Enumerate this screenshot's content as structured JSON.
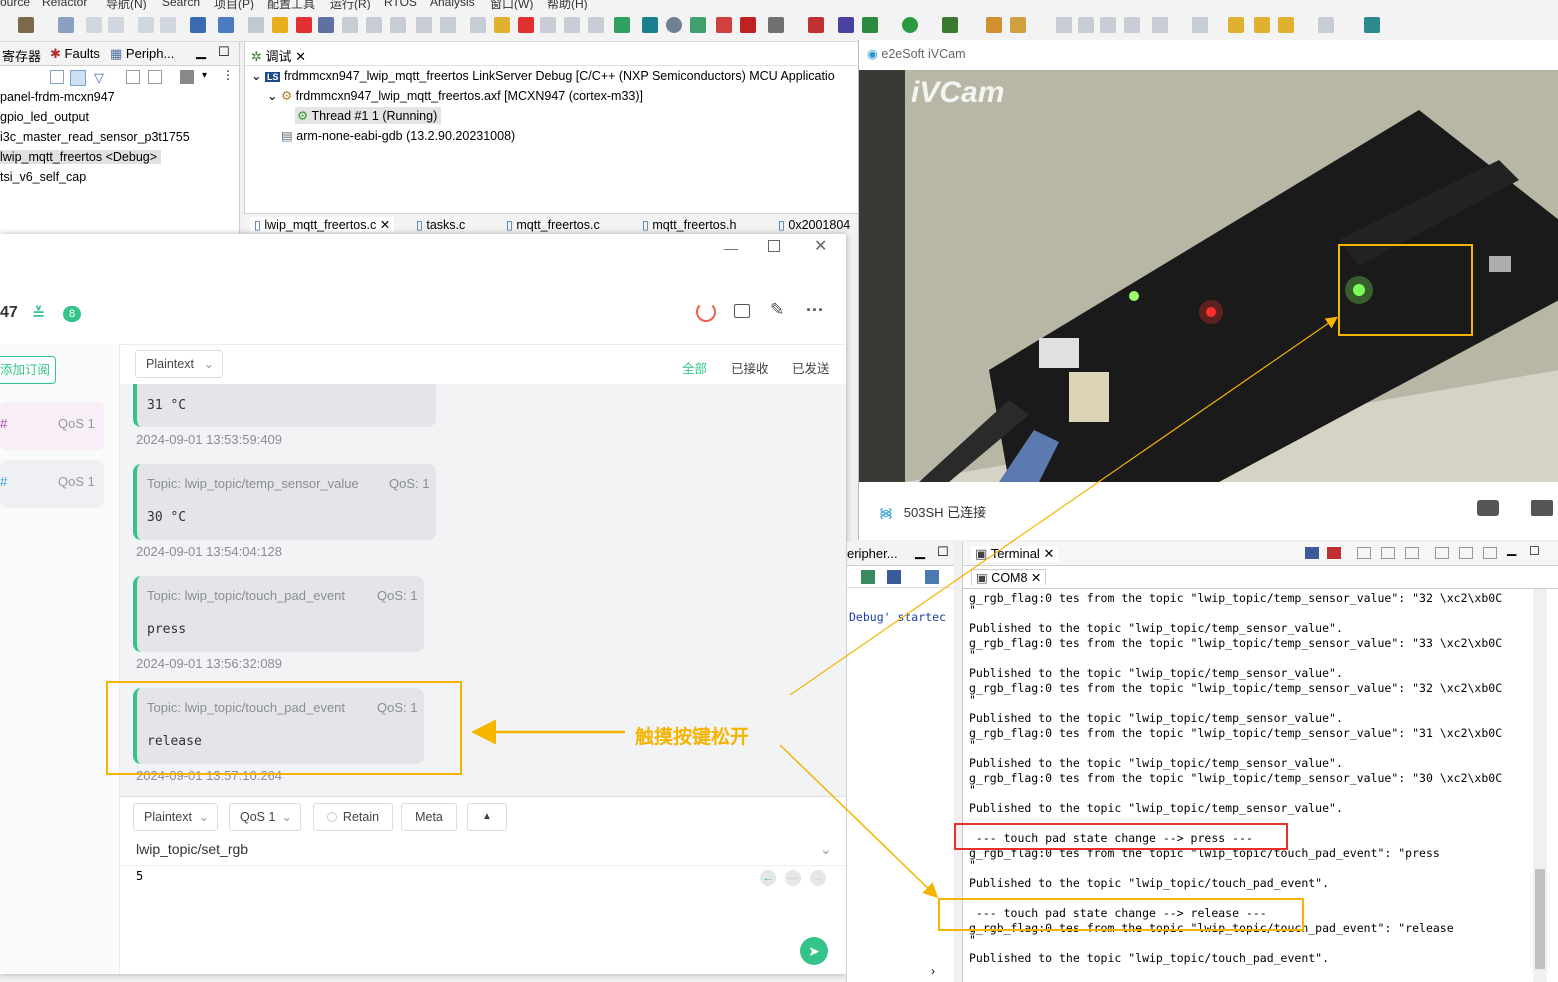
{
  "colors": {
    "accent_green": "#34c388",
    "annotation_orange": "#f5b400",
    "annotation_red": "#e8302a",
    "power_red": "#f15b4a"
  },
  "menubar": {
    "items": [
      "ource",
      "Refactor",
      "导航(N)",
      "Search",
      "项目(P)",
      "配置工具",
      "运行(R)",
      "RTOS",
      "Analysis",
      "窗口(W)",
      "帮助(H)"
    ]
  },
  "left_panel": {
    "tabs": [
      "寄存器",
      "Faults",
      "Periph..."
    ],
    "projects": [
      "panel-frdm-mcxn947",
      "gpio_led_output",
      "i3c_master_read_sensor_p3t1755",
      "lwip_mqtt_freertos <Debug>",
      "tsi_v6_self_cap"
    ]
  },
  "debug_view": {
    "tab": "调试",
    "launch": "frdmmcxn947_lwip_mqtt_freertos LinkServer Debug [C/C++ (NXP Semiconductors) MCU Applicatio",
    "binary": "frdmmcxn947_lwip_mqtt_freertos.axf [MCXN947 (cortex-m33)]",
    "thread": "Thread #1 1 (Running)",
    "gdb": "arm-none-eabi-gdb (13.2.90.20231008)"
  },
  "editor_tabs": [
    "lwip_mqtt_freertos.c",
    "tasks.c",
    "mqtt_freertos.c",
    "mqtt_freertos.h",
    "0x2001804"
  ],
  "mqttx": {
    "conn_title": "47",
    "badge": "8",
    "add_sub": "添加订阅",
    "subs": [
      {
        "topic": "#",
        "qos": "QoS 1"
      },
      {
        "topic": "#",
        "qos": "QoS 1"
      }
    ],
    "format": "Plaintext",
    "filters": {
      "all": "全部",
      "received": "已接收",
      "sent": "已发送"
    },
    "messages": [
      {
        "topic": "",
        "qos": "",
        "payload": "31 °C",
        "time": "2024-09-01 13:53:59:409"
      },
      {
        "topic": "Topic: lwip_topic/temp_sensor_value",
        "qos": "QoS: 1",
        "payload": "30 °C",
        "time": "2024-09-01 13:54:04:128"
      },
      {
        "topic": "Topic: lwip_topic/touch_pad_event",
        "qos": "QoS: 1",
        "payload": "press",
        "time": "2024-09-01 13:56:32:089"
      },
      {
        "topic": "Topic: lwip_topic/touch_pad_event",
        "qos": "QoS: 1",
        "payload": "release",
        "time": "2024-09-01 13:57:10:264"
      }
    ],
    "composer": {
      "format": "Plaintext",
      "qos": "QoS 1",
      "retain": "Retain",
      "meta": "Meta",
      "topic": "lwip_topic/set_rgb",
      "payload": "5"
    }
  },
  "annotation": {
    "label": "触摸按键松开"
  },
  "ivcam": {
    "title": "e2eSoft iVCam",
    "watermark": "iVCam",
    "status": "503SH 已连接"
  },
  "mid_view": {
    "tab": "eripher...",
    "console": "Debug' startec"
  },
  "terminal": {
    "tab": "Terminal",
    "port": "COM8",
    "lines": [
      "g_rgb_flag:0 tes from the topic \"lwip_topic/temp_sensor_value\": \"32 \\xc2\\xb0C",
      "\"",
      "Published to the topic \"lwip_topic/temp_sensor_value\".",
      "g_rgb_flag:0 tes from the topic \"lwip_topic/temp_sensor_value\": \"33 \\xc2\\xb0C",
      "\"",
      "Published to the topic \"lwip_topic/temp_sensor_value\".",
      "g_rgb_flag:0 tes from the topic \"lwip_topic/temp_sensor_value\": \"32 \\xc2\\xb0C",
      "\"",
      "Published to the topic \"lwip_topic/temp_sensor_value\".",
      "g_rgb_flag:0 tes from the topic \"lwip_topic/temp_sensor_value\": \"31 \\xc2\\xb0C",
      "\"",
      "Published to the topic \"lwip_topic/temp_sensor_value\".",
      "g_rgb_flag:0 tes from the topic \"lwip_topic/temp_sensor_value\": \"30 \\xc2\\xb0C",
      "\"",
      "Published to the topic \"lwip_topic/temp_sensor_value\".",
      "",
      " --- touch pad state change --> press ---",
      "g_rgb_flag:0 tes from the topic \"lwip_topic/touch_pad_event\": \"press",
      "\"",
      "Published to the topic \"lwip_topic/touch_pad_event\".",
      "",
      " --- touch pad state change --> release ---",
      "g_rgb_flag:0 tes from the topic \"lwip_topic/touch_pad_event\": \"release",
      "\"",
      "Published to the topic \"lwip_topic/touch_pad_event\"."
    ]
  }
}
